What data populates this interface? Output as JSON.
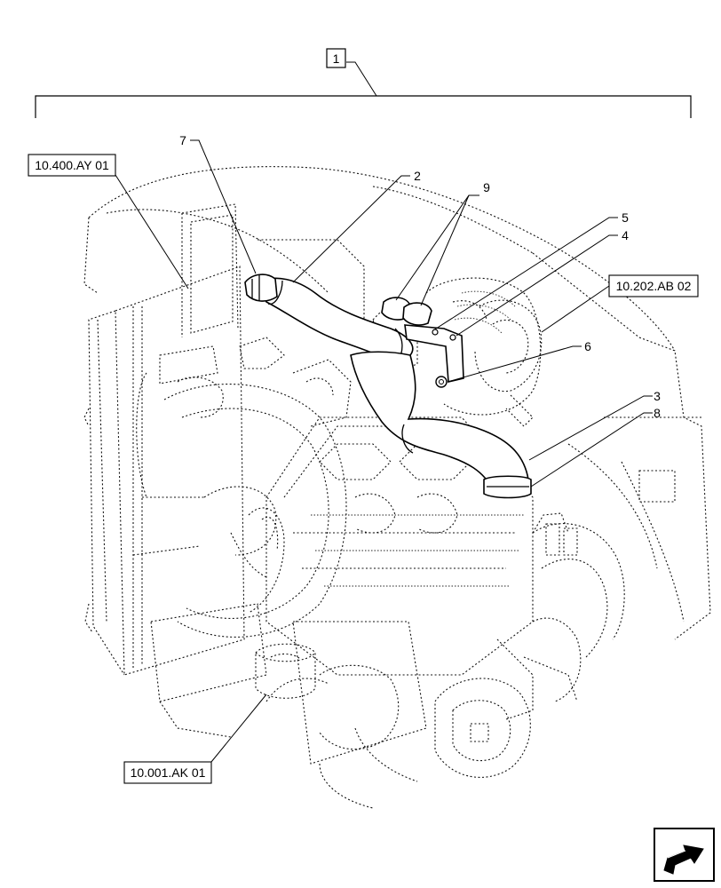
{
  "assembly_number": "1",
  "callouts": [
    {
      "id": "c2",
      "text": "2"
    },
    {
      "id": "c3",
      "text": "3"
    },
    {
      "id": "c4",
      "text": "4"
    },
    {
      "id": "c5",
      "text": "5"
    },
    {
      "id": "c6",
      "text": "6"
    },
    {
      "id": "c7",
      "text": "7"
    },
    {
      "id": "c8",
      "text": "8"
    },
    {
      "id": "c9",
      "text": "9"
    }
  ],
  "references": {
    "top_left": "10.400.AY 01",
    "right": "10.202.AB 02",
    "bottom": "10.001.AK 01"
  },
  "nav_icon": "next-page-arrow-icon"
}
